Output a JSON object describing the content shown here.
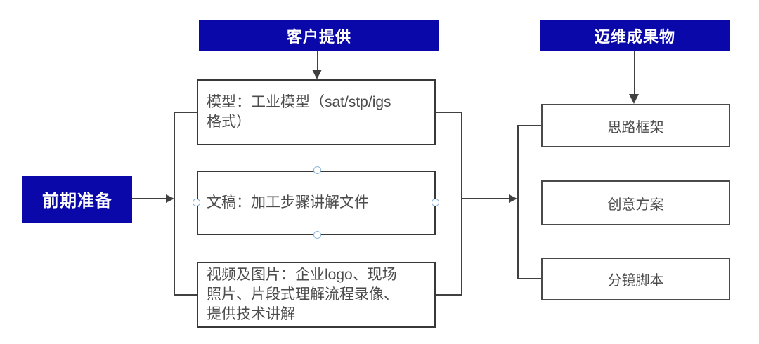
{
  "diagram": {
    "start_node": {
      "label": "前期准备"
    },
    "customer_section": {
      "header": "客户提供",
      "items": [
        {
          "label": "模型：工业模型（sat/stp/igs\n格式）"
        },
        {
          "label": "文稿：加工步骤讲解文件"
        },
        {
          "label": "视频及图片：企业logo、现场\n照片、片段式理解流程录像、\n提供技术讲解"
        }
      ]
    },
    "deliverable_section": {
      "header": "迈维成果物",
      "items": [
        {
          "label": "思路框架"
        },
        {
          "label": "创意方案"
        },
        {
          "label": "分镜脚本"
        }
      ]
    },
    "colors": {
      "header_bg": "#0A08A8",
      "text": "#4c4c4c",
      "connector": "#404040",
      "handle_stroke": "#8DB4D9"
    }
  }
}
